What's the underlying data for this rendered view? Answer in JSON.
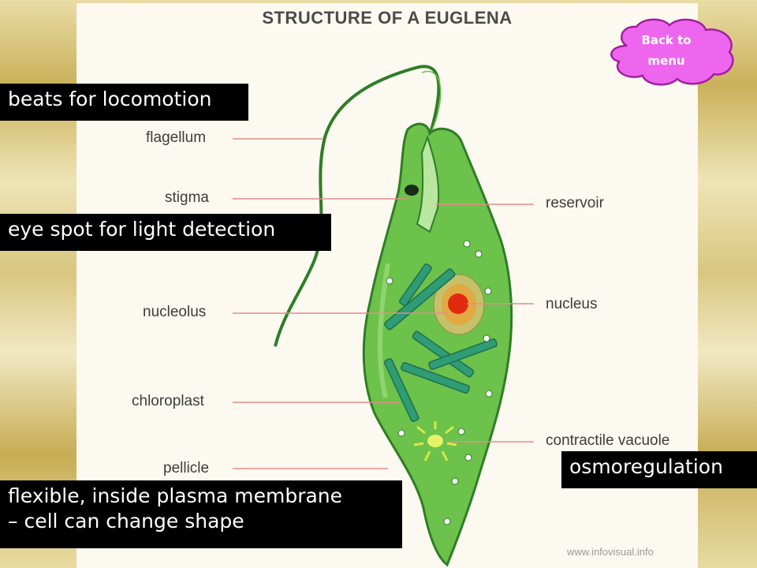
{
  "diagram": {
    "title": "STRUCTURE OF A EUGLENA",
    "watermark": "www.infovisual.info",
    "labels": {
      "flagellum": "flagellum",
      "stigma": "stigma",
      "nucleolus": "nucleolus",
      "chloroplast": "chloroplast",
      "pellicle": "pellicle",
      "reservoir": "reservoir",
      "nucleus": "nucleus",
      "contractile_vacuole": "contractile vacuole"
    }
  },
  "notes": {
    "flagellum": "beats for locomotion",
    "stigma": "eye spot for light detection",
    "pellicle_line1": "flexible, inside plasma membrane",
    "pellicle_line2": "– cell can change shape",
    "contractile_vacuole": "osmoregulation"
  },
  "nav": {
    "back_line1": "Back to",
    "back_line2": "menu"
  },
  "colors": {
    "cell_green": "#6cc24a",
    "cell_outline": "#2f7d27",
    "chloroplast": "#2e9c74",
    "nucleus_red": "#e02a10",
    "label_line": "#e88a8a",
    "button_fill": "#ee66ee",
    "note_bg": "#000000"
  }
}
